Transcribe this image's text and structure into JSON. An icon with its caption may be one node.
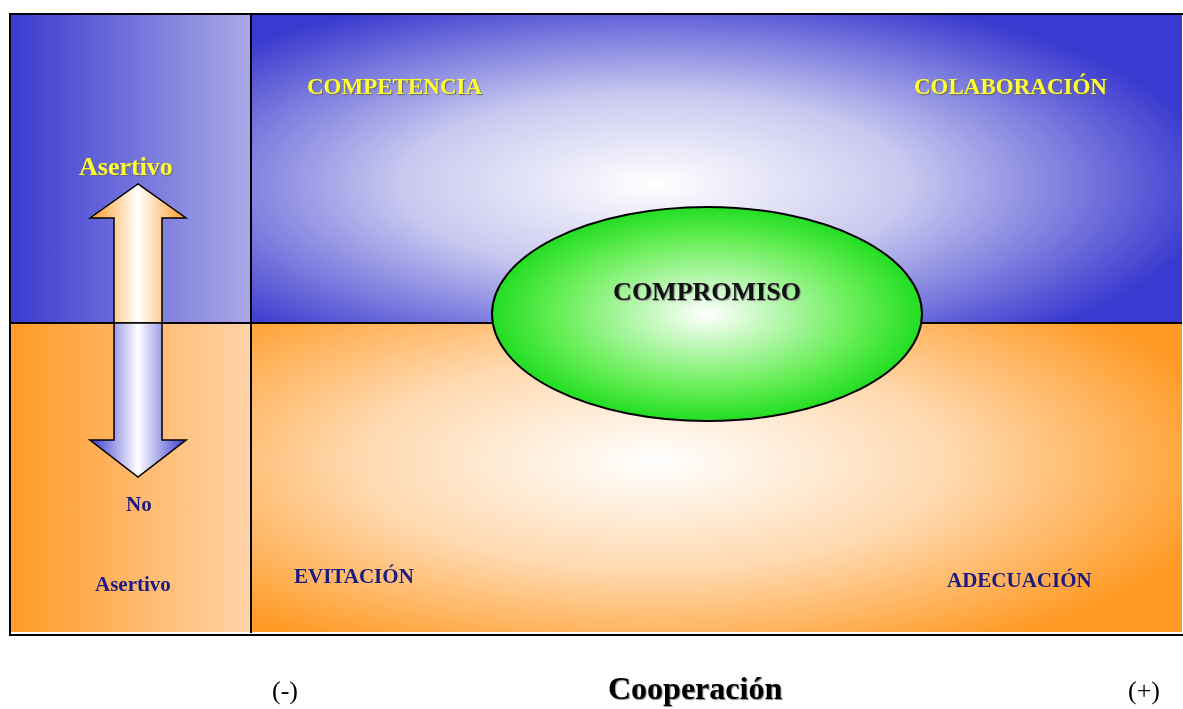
{
  "diagram": {
    "nodes": [
      {
        "text": [
          "COMPROMISO"
        ]
      }
    ],
    "labels": [
      "COMPETENCIA",
      "COLABORACIÓN",
      "Asertivo",
      "No",
      "Asertivo",
      "EVITACIÓN",
      "ADECUACIÓN",
      "(-)",
      "Cooperación",
      "(+)"
    ]
  }
}
